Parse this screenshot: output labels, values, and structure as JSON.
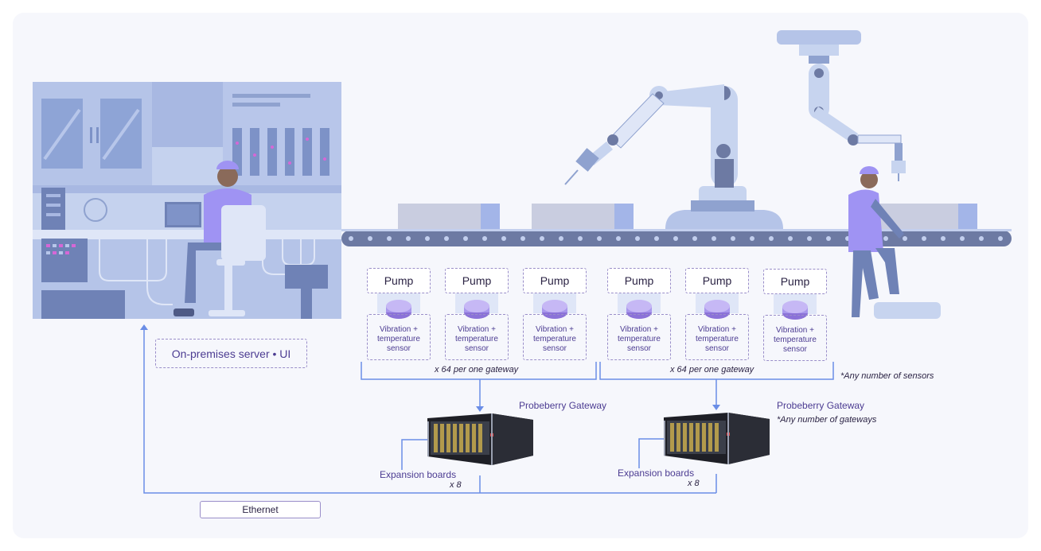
{
  "server_label": "On-premises server • UI",
  "ethernet_label": "Ethernet",
  "groups": [
    {
      "pumps": [
        {
          "pump": "Pump",
          "sensor": "Vibration + temperature sensor"
        },
        {
          "pump": "Pump",
          "sensor": "Vibration + temperature sensor"
        },
        {
          "pump": "Pump",
          "sensor": "Vibration + temperature sensor"
        }
      ],
      "count_note": "x 64 per one gateway",
      "gateway_label": "Probeberry Gateway",
      "expansion_label": "Expansion boards",
      "expansion_count": "x 8"
    },
    {
      "pumps": [
        {
          "pump": "Pump",
          "sensor": "Vibration + temperature sensor"
        },
        {
          "pump": "Pump",
          "sensor": "Vibration + temperature sensor"
        },
        {
          "pump": "Pump",
          "sensor": "Vibration + temperature sensor"
        }
      ],
      "count_note": "x 64 per one gateway",
      "gateway_label": "Probeberry Gateway",
      "gateway_note": "*Any number of gateways",
      "expansion_label": "Expansion boards",
      "expansion_count": "x 8"
    }
  ],
  "sensors_note": "*Any number of sensors",
  "colors": {
    "line": "#6a8de6",
    "accent": "#4c3c92",
    "machinery": "#c7d4ef",
    "machinery_dark": "#8fa2cf",
    "sensor_disk": "#a897ec",
    "worker_shirt": "#9f93f3"
  }
}
